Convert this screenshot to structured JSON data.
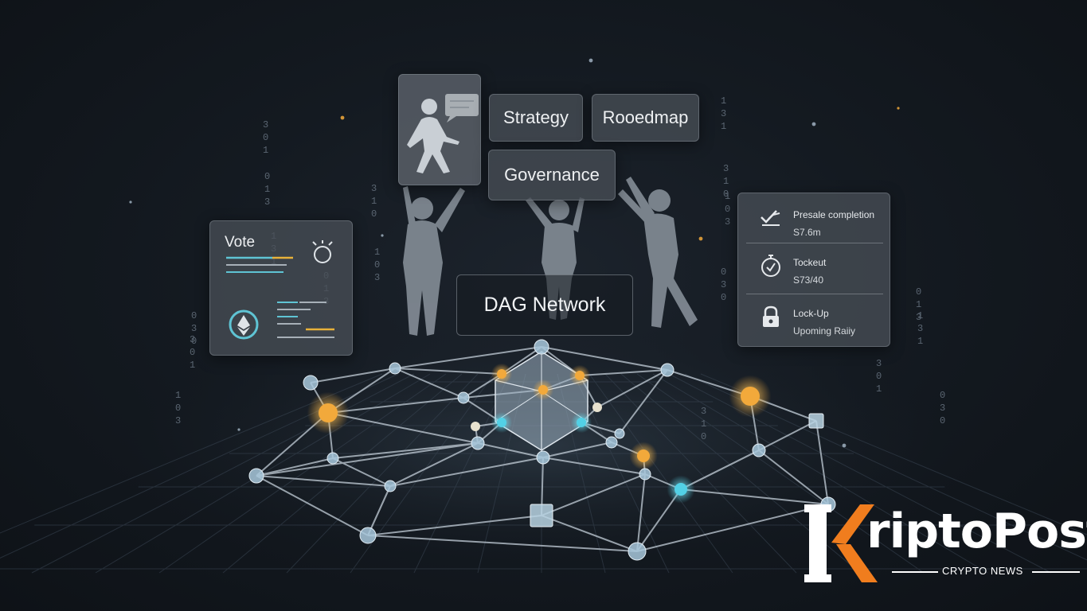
{
  "colors": {
    "background": "#141a21",
    "node_orange": "#f2a93b",
    "node_cyan": "#52d1e6",
    "node_blue": "#a8c8dc",
    "edge": "#c3ced8",
    "logo_orange": "#f07d1e",
    "accent_yellow": "#e8b23a",
    "accent_teal": "#5fc4d4"
  },
  "floating_cards": {
    "strategy": "Strategy",
    "roadmap": "Rooedmap",
    "governance": "Governance",
    "avatar_icon": "person-chat-icon"
  },
  "center_label": "DAG Network",
  "vote_panel": {
    "title": "Vote",
    "icons": [
      "alarm-clock-icon",
      "ethereum-icon"
    ]
  },
  "status_panel": {
    "rows": [
      {
        "label": "Presale completion",
        "value": "S7.6m",
        "icon": "checkmark-hand-icon"
      },
      {
        "label": "Tockeut",
        "value": "S73/40",
        "icon": "stopwatch-icon"
      },
      {
        "label": "Lock-Up",
        "value": "Upoming Raiiy",
        "icon": "padlock-icon"
      }
    ]
  },
  "logo": {
    "brand": "riptoPost",
    "initial": "K",
    "tagline": "CRYPTO NEWS"
  }
}
